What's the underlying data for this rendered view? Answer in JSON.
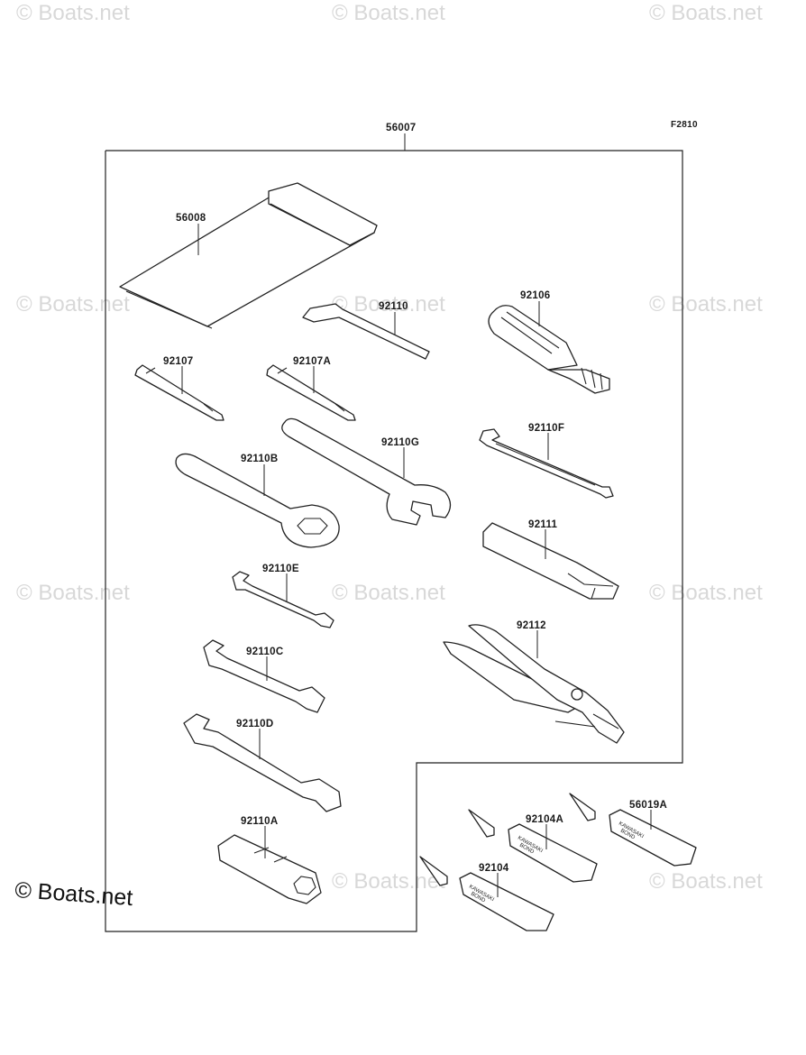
{
  "figure_code": "F2810",
  "assembly_part": "56007",
  "watermark_text": "© Boats.net",
  "parts": {
    "p56008": "56008",
    "p92110": "92110",
    "p92106": "92106",
    "p92107": "92107",
    "p92107A": "92107A",
    "p92110G": "92110G",
    "p92110F": "92110F",
    "p92110B": "92110B",
    "p92111": "92111",
    "p92110E": "92110E",
    "p92112": "92112",
    "p92110C": "92110C",
    "p92110D": "92110D",
    "p92110A": "92110A",
    "p92104A": "92104A",
    "p56019A": "56019A",
    "p92104": "92104"
  },
  "tube_print": [
    "KAWASAKI",
    "BOND"
  ],
  "colors": {
    "line": "#222222",
    "watermark": "#d8d8d8",
    "background": "#ffffff"
  }
}
